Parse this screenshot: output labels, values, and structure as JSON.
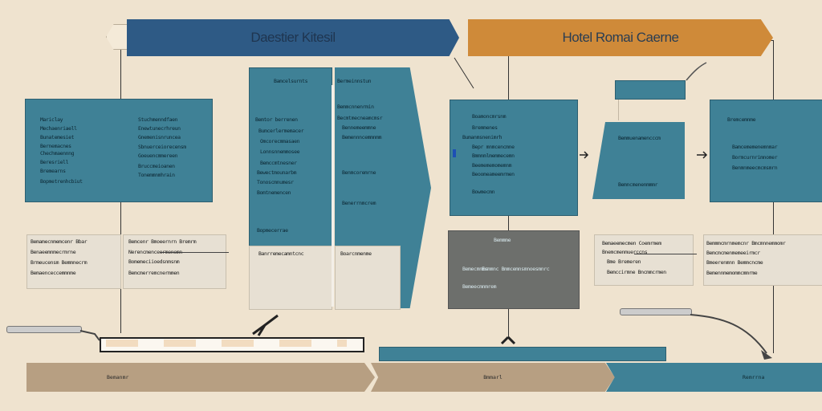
{
  "header": {
    "left_title": "Daestier Kitesil",
    "right_title": "Hotel Romai Caerne"
  },
  "panel_a": {
    "col1": [
      "Mariclay",
      "Mechaenriaell",
      "Bunatemesiet",
      "Bernemacnes",
      "Chechmaennng",
      "Beresriell",
      "Bremearns",
      "Bopmetrenhcbiut"
    ],
    "col2": [
      "Stuchmenndfaen",
      "Enewtunecrhreun",
      "Gnemenisnruncea",
      "Sbnuerceiorecensm",
      "Goeuencmmereen",
      "Bruccmeioanen",
      "Tonemmnmhrain"
    ]
  },
  "panel_b_center": {
    "top_left": "Bamcelsurnts",
    "top_right": "Bermeinnstun",
    "left_items": [
      "Bemtor berrenen",
      "Bumcerlermemacer",
      "Omcorecmmasaen",
      "Lonnsnnemmosee",
      "Bemccmtnesner",
      "Bewectmounarbm",
      "Tonoscmnumesr",
      "Bomtnemencen",
      "Bopmecerrae"
    ],
    "right_items": [
      "Bemmcnnenrmin",
      "Becmtmecneamcmsr",
      "Bennemeemmne",
      "Bemennncemmnmm",
      "Benmcoremrne",
      "Benerrnmcrem"
    ],
    "footer_left": "Banrremecamntcnc",
    "footer_right": "Boarcnmenme"
  },
  "panel_c": {
    "items": [
      "Boamoncmrsnm",
      "Bremmenes",
      "Bumanmsnenimrh",
      "Bepr mnmcencmne",
      "Bmmnmlmemmecemn",
      "Beemememomemnm",
      "Beoomeameemrmen",
      "Bowmecmn"
    ]
  },
  "panel_d": {
    "items": [
      "Bemmuenamencccm",
      "Bemncmenenmmmr"
    ]
  },
  "panel_e": {
    "title": "Bremcemnme",
    "items": [
      "Bamcememenemnmar",
      "Bormcurnrimnomer",
      "Benmnmeecmcmsmrn"
    ]
  },
  "note_left": {
    "items": [
      "Bemamecnmemcenr Bbar",
      "Benaeemnmecrmrne",
      "Brmeucensm Bemmnecrm",
      "Bemaenceccemmnme"
    ]
  },
  "note_mid": {
    "items": [
      "Bemcenr Bmoeernrn Bremrm",
      "Nerencmenceermenemn",
      "Bomemeciioedsnmsnm",
      "Bemcmerremcnermmen"
    ]
  },
  "note_gray": {
    "title": "Bemmme",
    "items": [
      "Bemecmnms",
      "Ermmnc Bmmcemnsmnoesmnrc",
      "Bemeecmnmrem"
    ]
  },
  "note_right1": {
    "items": [
      "Bemaeemecmen Coemrmem",
      "Bnemcmenmuerccns",
      "Bme Bremeren",
      "Bemccirmne Bncmmcrmen"
    ]
  },
  "note_right2": {
    "items": [
      "Bemmmcmrnmemcnr Bmcmnnemmomr",
      "Bemcmcmenmemeeirmcr",
      "Bmeerenmnn Bemmcncme",
      "Bemennmemommcmmrme"
    ]
  },
  "bottom_bars": {
    "left": "Bemanmr",
    "mid": "Bmmarl",
    "right": "Remrrna"
  },
  "colors": {
    "teal": "#3f8196",
    "navy": "#2e5a85",
    "orange": "#cf8a39",
    "tan": "#b79f82",
    "beige": "#efe3cf",
    "gray": "#6d6f6c"
  }
}
